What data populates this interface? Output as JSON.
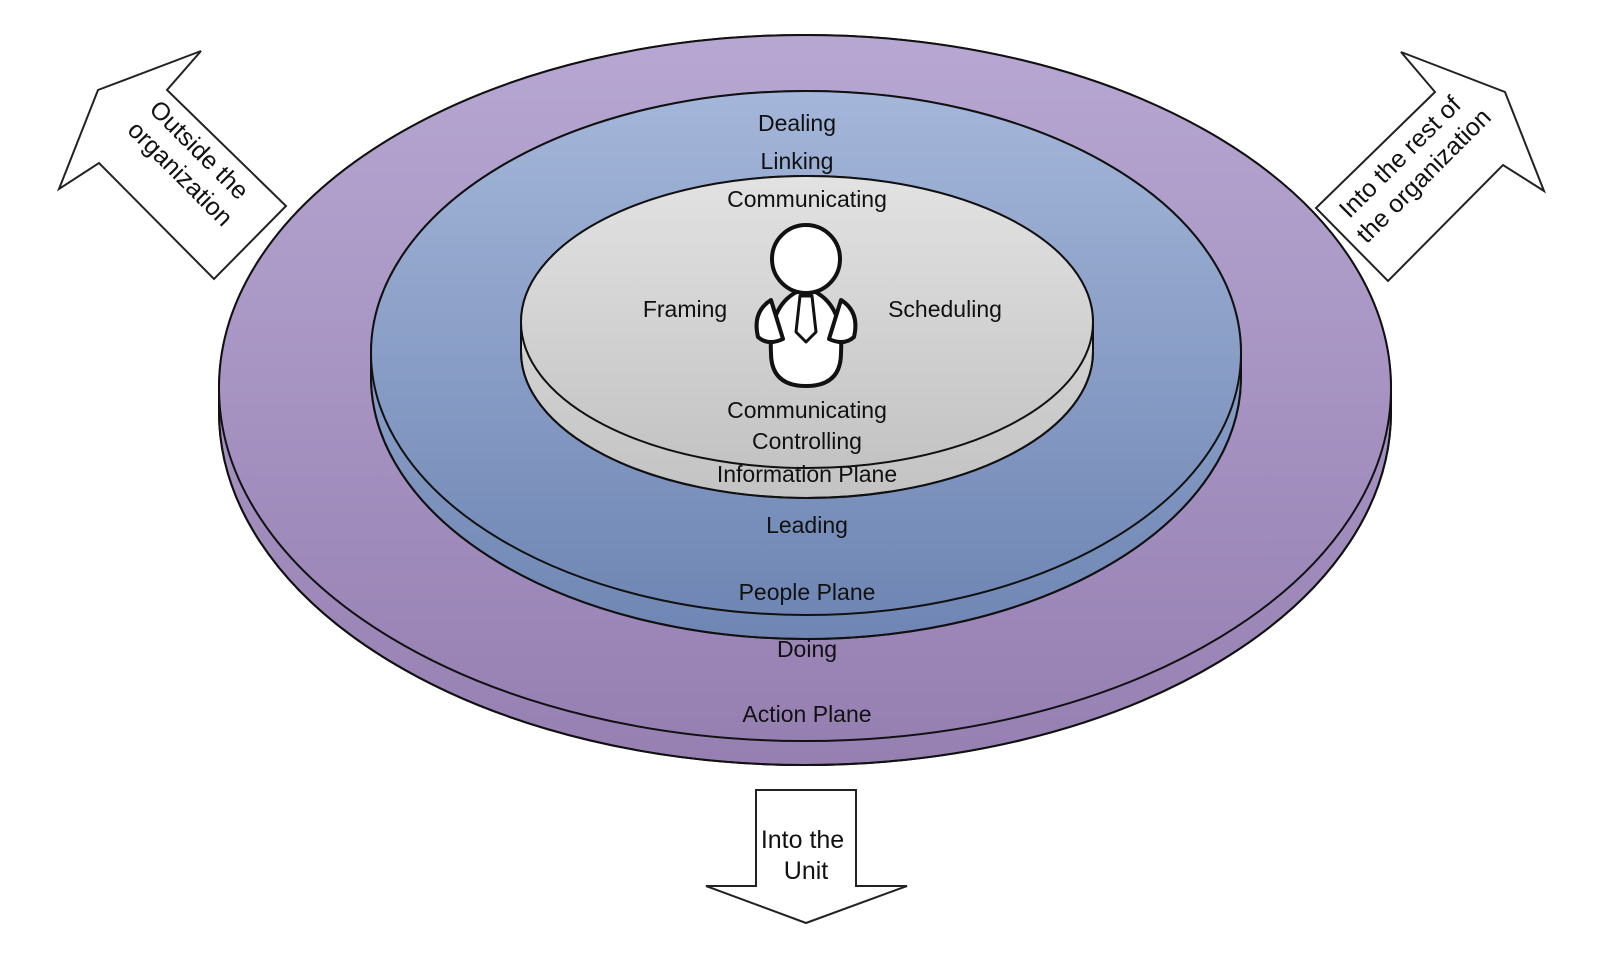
{
  "colors": {
    "action_top": "#b7a7d2",
    "action_bottom": "#9680b2",
    "people_top": "#a4b6d9",
    "people_bottom": "#6f86b4",
    "info_top": "#e2e2e2",
    "info_bottom": "#c3c3c3",
    "outline": "#111111",
    "arrow_fill": "#ffffff"
  },
  "planes": {
    "action": {
      "name": "Action Plane",
      "top_role": "Dealing",
      "bottom_role": "Doing"
    },
    "people": {
      "name": "People Plane",
      "top_role": "Linking",
      "bottom_role": "Leading"
    },
    "information": {
      "name": "Information Plane",
      "top_role": "Communicating",
      "left_role": "Framing",
      "right_role": "Scheduling",
      "bottom_role_1": "Communicating",
      "bottom_role_2": "Controlling"
    }
  },
  "center_icon": "manager-person-icon",
  "arrows": {
    "left": {
      "icon": "arrow-up-left-icon",
      "line1": "Outside the",
      "line2": "organization"
    },
    "right": {
      "icon": "arrow-up-right-icon",
      "line1": "Into the rest of",
      "line2": "the organization"
    },
    "bottom": {
      "icon": "arrow-down-icon",
      "line1": "Into the",
      "line2": "Unit"
    }
  }
}
